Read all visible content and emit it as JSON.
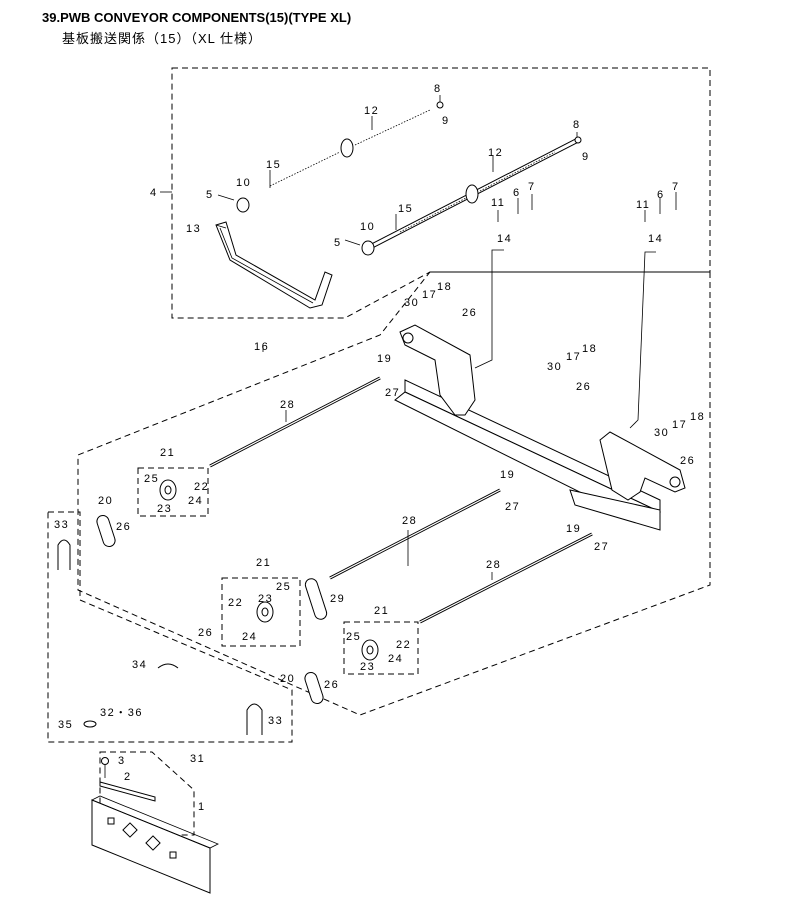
{
  "header": {
    "title": "39.PWB CONVEYOR COMPONENTS(15)(TYPE XL)",
    "subtitle": "基板搬送関係（15）（XL 仕様）"
  },
  "callouts": {
    "c1": "1",
    "c2": "2",
    "c3": "3",
    "c4": "4",
    "c5a": "5",
    "c5b": "5",
    "c6a": "6",
    "c6b": "6",
    "c7a": "7",
    "c7b": "7",
    "c8a": "8",
    "c8b": "8",
    "c9a": "9",
    "c9b": "9",
    "c10a": "10",
    "c10b": "10",
    "c11a": "11",
    "c11b": "11",
    "c12a": "12",
    "c12b": "12",
    "c13": "13",
    "c14a": "14",
    "c14b": "14",
    "c15a": "15",
    "c15b": "15",
    "c16": "16",
    "c17a": "17",
    "c17b": "17",
    "c17c": "17",
    "c18a": "18",
    "c18b": "18",
    "c18c": "18",
    "c19a": "19",
    "c19b": "19",
    "c19c": "19",
    "c20a": "20",
    "c20b": "20",
    "c21a": "21",
    "c21b": "21",
    "c21c": "21",
    "c22a": "22",
    "c22b": "22",
    "c22c": "22",
    "c23a": "23",
    "c23b": "23",
    "c23c": "23",
    "c24a": "24",
    "c24b": "24",
    "c24c": "24",
    "c25a": "25",
    "c25b": "25",
    "c25c": "25",
    "c26a": "26",
    "c26b": "26",
    "c26c": "26",
    "c26d": "26",
    "c26e": "26",
    "c26f": "26",
    "c27a": "27",
    "c27b": "27",
    "c27c": "27",
    "c28a": "28",
    "c28b": "28",
    "c28c": "28",
    "c29": "29",
    "c30a": "30",
    "c30b": "30",
    "c30c": "30",
    "c31": "31",
    "c3236": "32・36",
    "c33a": "33",
    "c33b": "33",
    "c34": "34",
    "c35": "35"
  }
}
